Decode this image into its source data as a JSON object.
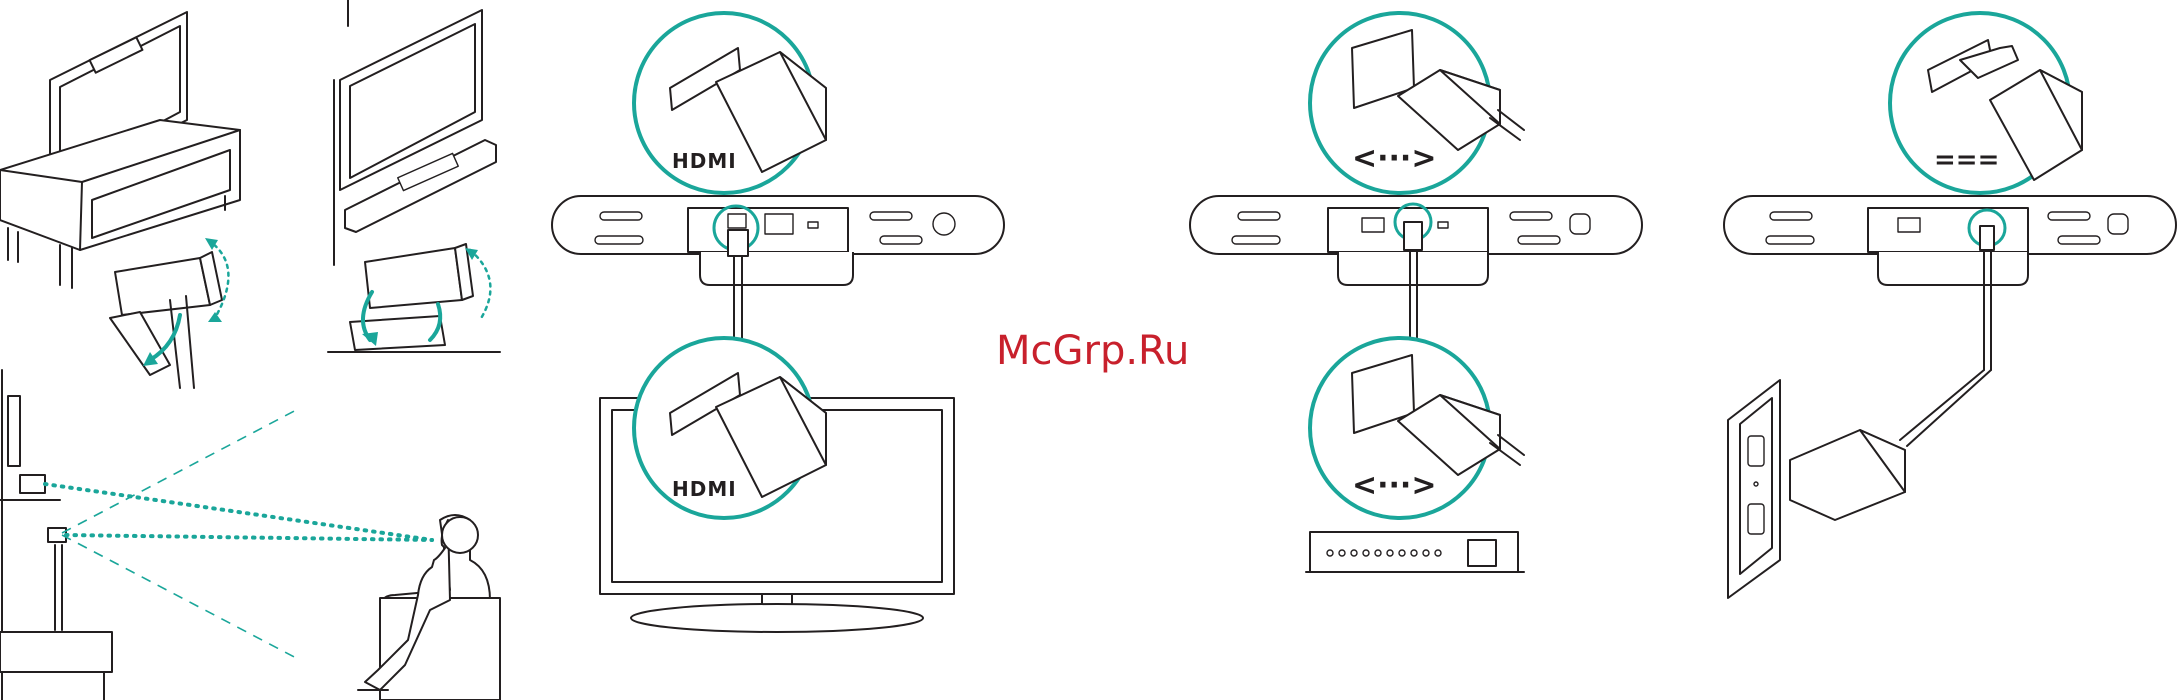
{
  "labels": {
    "hdmi_top": "HDMI",
    "hdmi_tv": "HDMI",
    "network_top": "<···>",
    "network_router": "<···>",
    "dc_power": "==="
  },
  "watermark": "McGrp.Ru",
  "colors": {
    "accent": "#1aa69a",
    "line": "#231f20",
    "watermark": "#c8202c"
  }
}
